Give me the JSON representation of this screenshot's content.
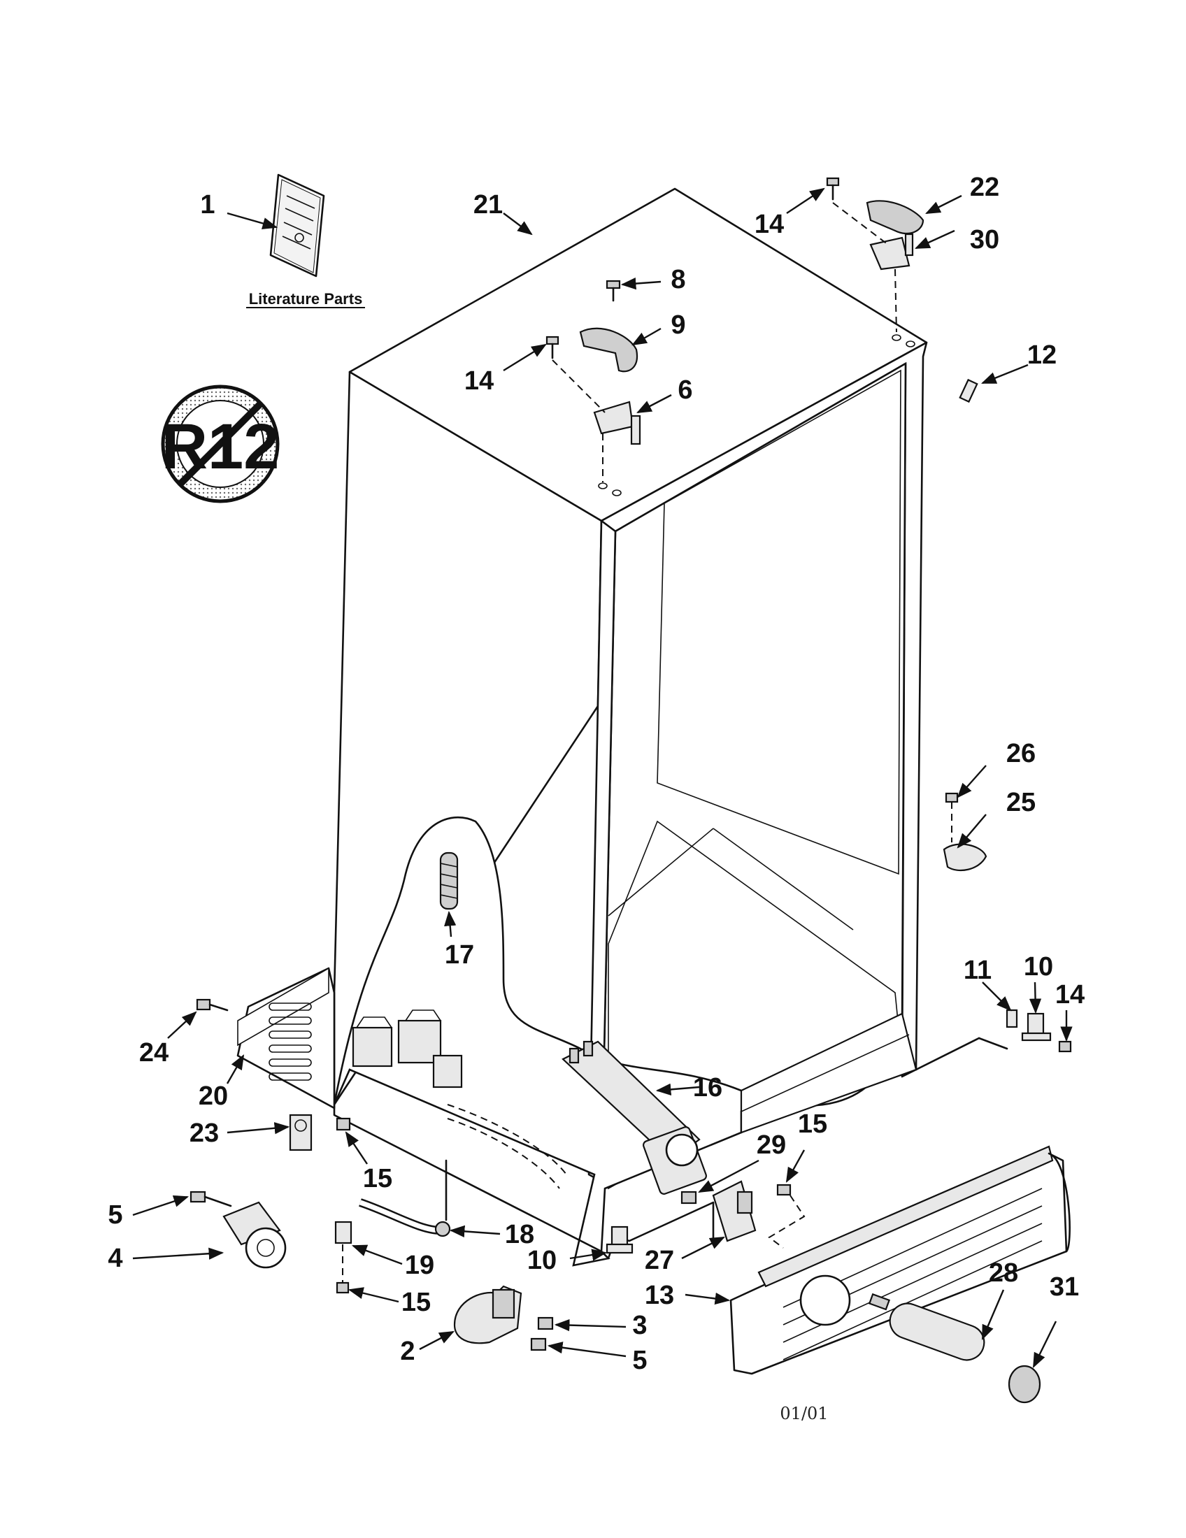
{
  "literature_label": "Literature Parts",
  "date_code": "01/01",
  "symbol_text": "R12",
  "part_labels": [
    {
      "id": "l1",
      "text": "1"
    },
    {
      "id": "l21",
      "text": "21"
    },
    {
      "id": "l14a",
      "text": "14"
    },
    {
      "id": "l22",
      "text": "22"
    },
    {
      "id": "l30",
      "text": "30"
    },
    {
      "id": "l8",
      "text": "8"
    },
    {
      "id": "l9",
      "text": "9"
    },
    {
      "id": "l14b",
      "text": "14"
    },
    {
      "id": "l6",
      "text": "6"
    },
    {
      "id": "l12",
      "text": "12"
    },
    {
      "id": "l26",
      "text": "26"
    },
    {
      "id": "l25",
      "text": "25"
    },
    {
      "id": "l17",
      "text": "17"
    },
    {
      "id": "l11",
      "text": "11"
    },
    {
      "id": "l10a",
      "text": "10"
    },
    {
      "id": "l14c",
      "text": "14"
    },
    {
      "id": "l24",
      "text": "24"
    },
    {
      "id": "l20",
      "text": "20"
    },
    {
      "id": "l16",
      "text": "16"
    },
    {
      "id": "l23",
      "text": "23"
    },
    {
      "id": "l15a",
      "text": "15"
    },
    {
      "id": "l29",
      "text": "29"
    },
    {
      "id": "l15b",
      "text": "15"
    },
    {
      "id": "l5a",
      "text": "5"
    },
    {
      "id": "l4",
      "text": "4"
    },
    {
      "id": "l18",
      "text": "18"
    },
    {
      "id": "l19",
      "text": "19"
    },
    {
      "id": "l10b",
      "text": "10"
    },
    {
      "id": "l27",
      "text": "27"
    },
    {
      "id": "l13",
      "text": "13"
    },
    {
      "id": "l28",
      "text": "28"
    },
    {
      "id": "l31",
      "text": "31"
    },
    {
      "id": "l15c",
      "text": "15"
    },
    {
      "id": "l3",
      "text": "3"
    },
    {
      "id": "l2",
      "text": "2"
    },
    {
      "id": "l5b",
      "text": "5"
    }
  ]
}
